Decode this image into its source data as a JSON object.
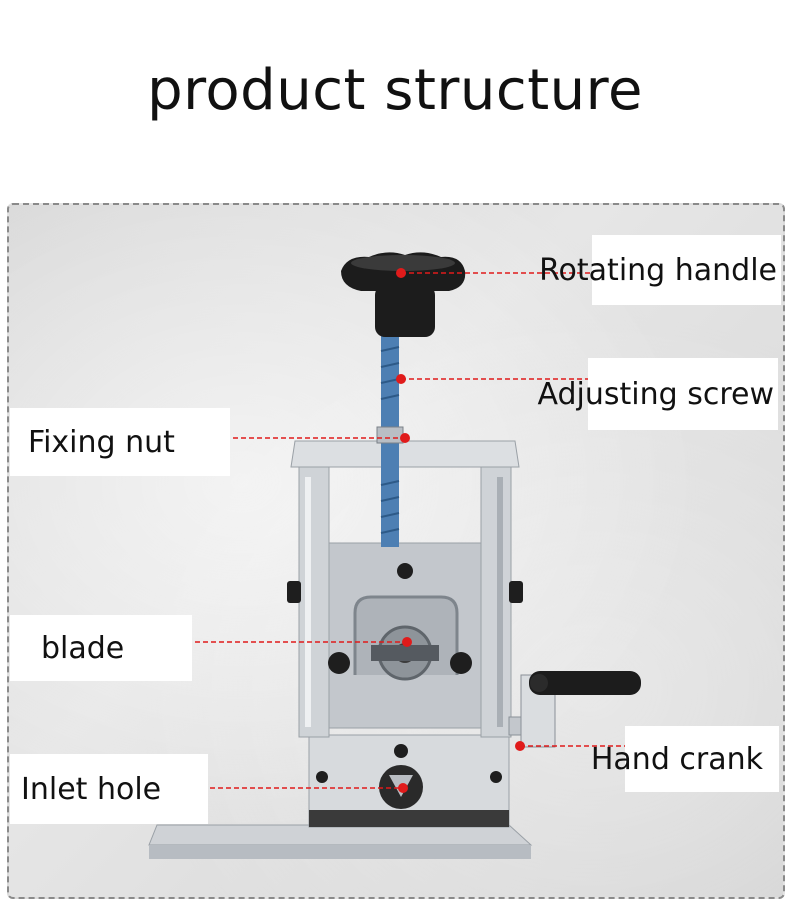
{
  "title": "product structure",
  "labels": {
    "rotating_handle": "Rotating handle",
    "adjusting_screw": "Adjusting screw",
    "fixing_nut": "Fixing nut",
    "blade": "blade",
    "hand_crank": "Hand crank",
    "inlet_hole": "Inlet hole"
  },
  "colors": {
    "leader": "#e01b1b",
    "knob": "#1c1c1c",
    "aluminum": "#c9ccd0",
    "screw": "#4d7fb3"
  }
}
